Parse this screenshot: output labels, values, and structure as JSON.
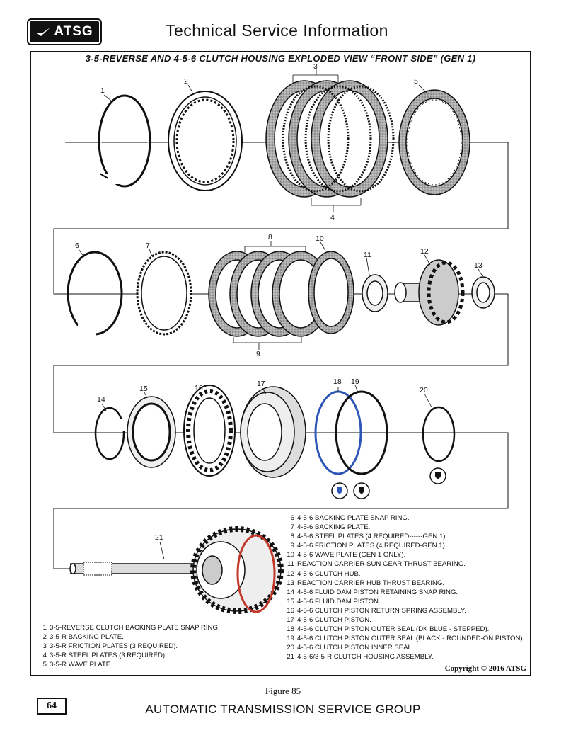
{
  "header": {
    "logo_text": "ATSG",
    "title": "Technical Service Information"
  },
  "diagram": {
    "title": "3-5-REVERSE AND 4-5-6 CLUTCH HOUSING EXPLODED VIEW “FRONT SIDE” (GEN 1)",
    "callouts": [
      "1",
      "2",
      "3",
      "4",
      "5",
      "6",
      "7",
      "8",
      "9",
      "10",
      "11",
      "12",
      "13",
      "14",
      "15",
      "16",
      "17",
      "18",
      "19",
      "20",
      "21"
    ],
    "seal_colors": {
      "dk_blue": "#2e56b8",
      "black": "#111111",
      "red": "#c0392b"
    }
  },
  "legend_right": [
    {
      "n": "6",
      "text": "4-5-6 BACKING PLATE SNAP RING."
    },
    {
      "n": "7",
      "text": "4-5-6 BACKING PLATE."
    },
    {
      "n": "8",
      "text": "4-5-6 STEEL PLATES (4 REQUIRED------GEN 1)."
    },
    {
      "n": "9",
      "text": "4-5-6 FRICTION PLATES (4 REQUIRED-GEN 1)."
    },
    {
      "n": "10",
      "text": "4-5-6 WAVE PLATE (GEN 1 ONLY)."
    },
    {
      "n": "11",
      "text": "REACTION CARRIER SUN GEAR THRUST BEARING."
    },
    {
      "n": "12",
      "text": "4-5-6 CLUTCH HUB."
    },
    {
      "n": "13",
      "text": "REACTION CARRIER HUB THRUST BEARING."
    },
    {
      "n": "14",
      "text": "4-5-6 FLUID DAM PISTON RETAINING SNAP RING."
    },
    {
      "n": "15",
      "text": "4-5-6 FLUID DAM PISTON."
    },
    {
      "n": "16",
      "text": "4-5-6 CLUTCH PISTON RETURN SPRING ASSEMBLY."
    },
    {
      "n": "17",
      "text": "4-5-6 CLUTCH PISTON."
    },
    {
      "n": "18",
      "text": "4-5-6 CLUTCH PISTON OUTER SEAL (DK BLUE - STEPPED)."
    },
    {
      "n": "19",
      "text": "4-5-6 CLUTCH PISTON OUTER SEAL (BLACK - ROUNDED-ON PISTON)."
    },
    {
      "n": "20",
      "text": "4-5-6 CLUTCH PISTON INNER SEAL."
    },
    {
      "n": "21",
      "text": "4-5-6/3-5-R CLUTCH HOUSING ASSEMBLY."
    }
  ],
  "legend_left": [
    {
      "n": "1",
      "text": "3-5-REVERSE CLUTCH BACKING PLATE SNAP RING."
    },
    {
      "n": "2",
      "text": "3-5-R BACKING PLATE."
    },
    {
      "n": "3",
      "text": "3-5-R FRICTION PLATES (3 REQUIRED)."
    },
    {
      "n": "4",
      "text": "3-5-R STEEL PLATES (3 REQUIRED)."
    },
    {
      "n": "5",
      "text": "3-5-R WAVE PLATE."
    }
  ],
  "copyright": "Copyright © 2016 ATSG",
  "figure_caption": "Figure 85",
  "page_number": "64",
  "footer": "AUTOMATIC TRANSMISSION SERVICE GROUP"
}
